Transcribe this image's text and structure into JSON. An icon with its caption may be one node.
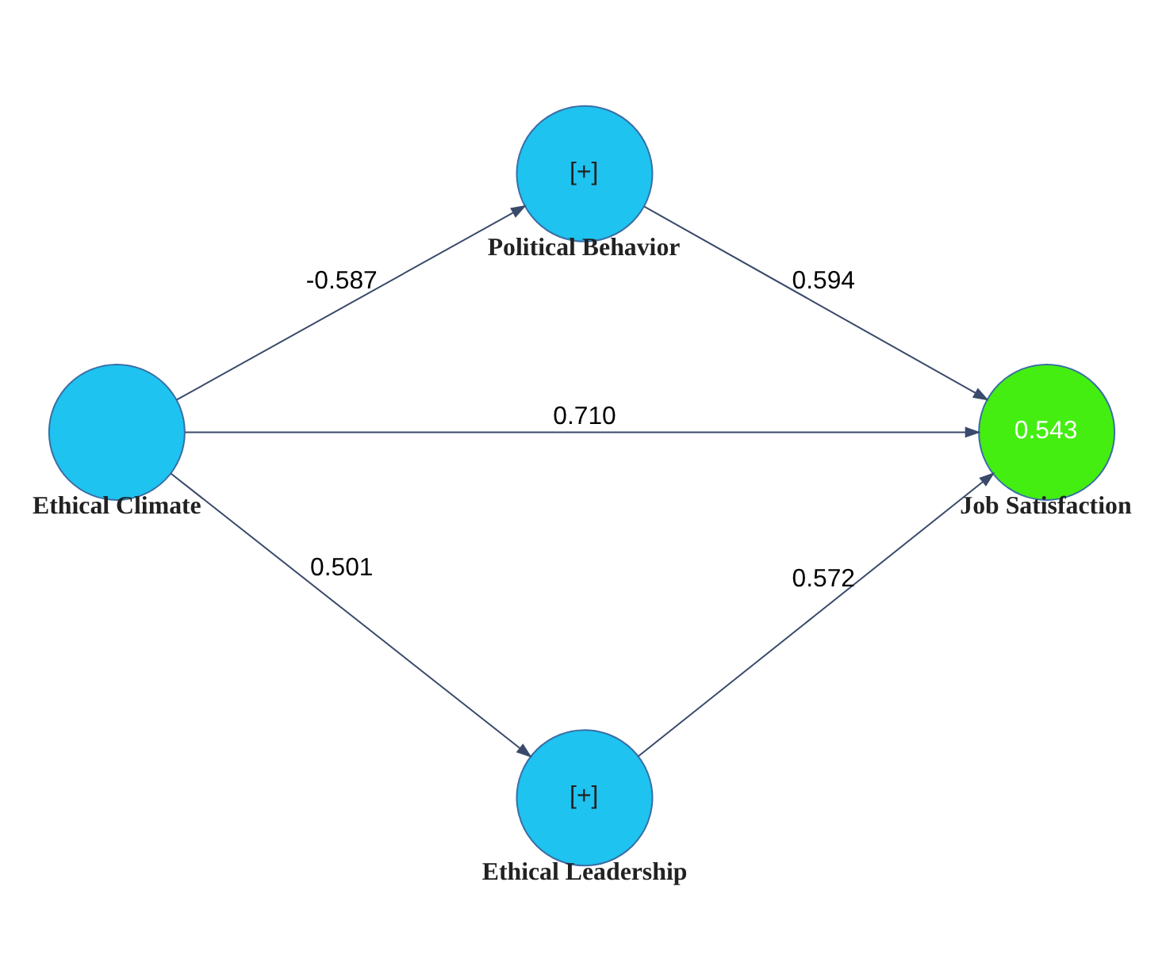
{
  "diagram": {
    "nodes": [
      {
        "text": [
          "[+]",
          "Political Behavior"
        ]
      },
      {
        "text": [
          "Ethical Climate"
        ]
      },
      {
        "text": [
          "0.543",
          "Job Satisfaction"
        ]
      },
      {
        "text": [
          "[+]",
          "Ethical Leadership"
        ]
      }
    ],
    "edges": [
      {
        "from": 1,
        "to": 0,
        "arrow": "to",
        "label": "-0.587"
      },
      {
        "from": 0,
        "to": 2,
        "arrow": "to",
        "label": "0.594"
      },
      {
        "from": 1,
        "to": 2,
        "arrow": "to",
        "label": "0.710"
      },
      {
        "from": 1,
        "to": 3,
        "arrow": "to",
        "label": "0.501"
      },
      {
        "from": 3,
        "to": 2,
        "arrow": "to",
        "label": "0.572"
      }
    ]
  }
}
